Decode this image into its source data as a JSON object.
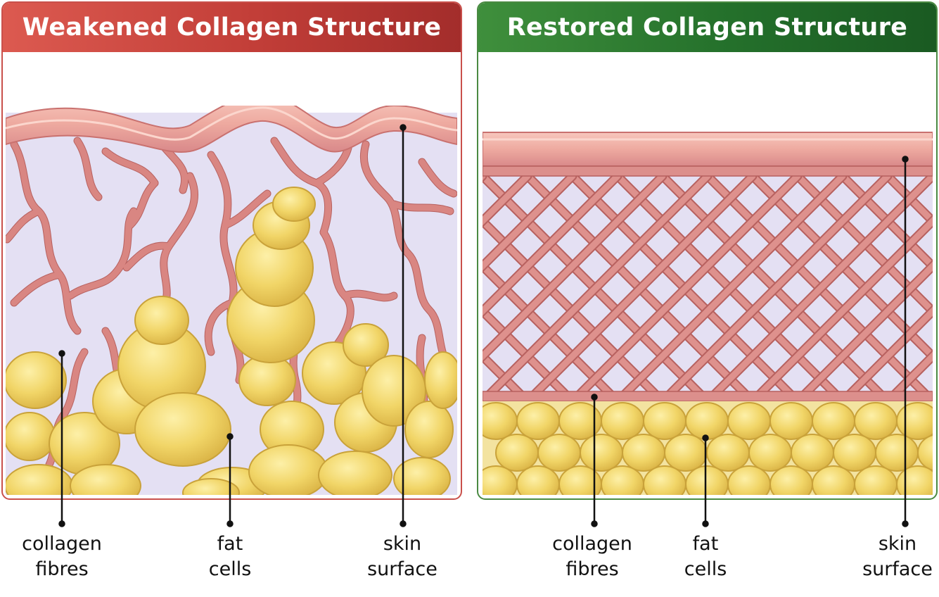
{
  "panels": {
    "left": {
      "title": "Weakened Collagen Structure",
      "header_color": "#c23e38"
    },
    "right": {
      "title": "Restored Collagen Structure",
      "header_color": "#24702b"
    }
  },
  "labels": {
    "left": {
      "collagen": {
        "line1": "collagen",
        "line2": "fibres"
      },
      "fat": {
        "line1": "fat",
        "line2": "cells"
      },
      "skin": {
        "line1": "skin",
        "line2": "surface"
      }
    },
    "right": {
      "collagen": {
        "line1": "collagen",
        "line2": "fibres"
      },
      "fat": {
        "line1": "fat",
        "line2": "cells"
      },
      "skin": {
        "line1": "skin",
        "line2": "surface"
      }
    }
  },
  "colors": {
    "skin": "#eeaaa0",
    "fibre": "#d98682",
    "fibre_dark": "#b7615f",
    "matrix": "#e4e0f3",
    "fat": "#f0d366",
    "fat_edge": "#c9a23a"
  }
}
